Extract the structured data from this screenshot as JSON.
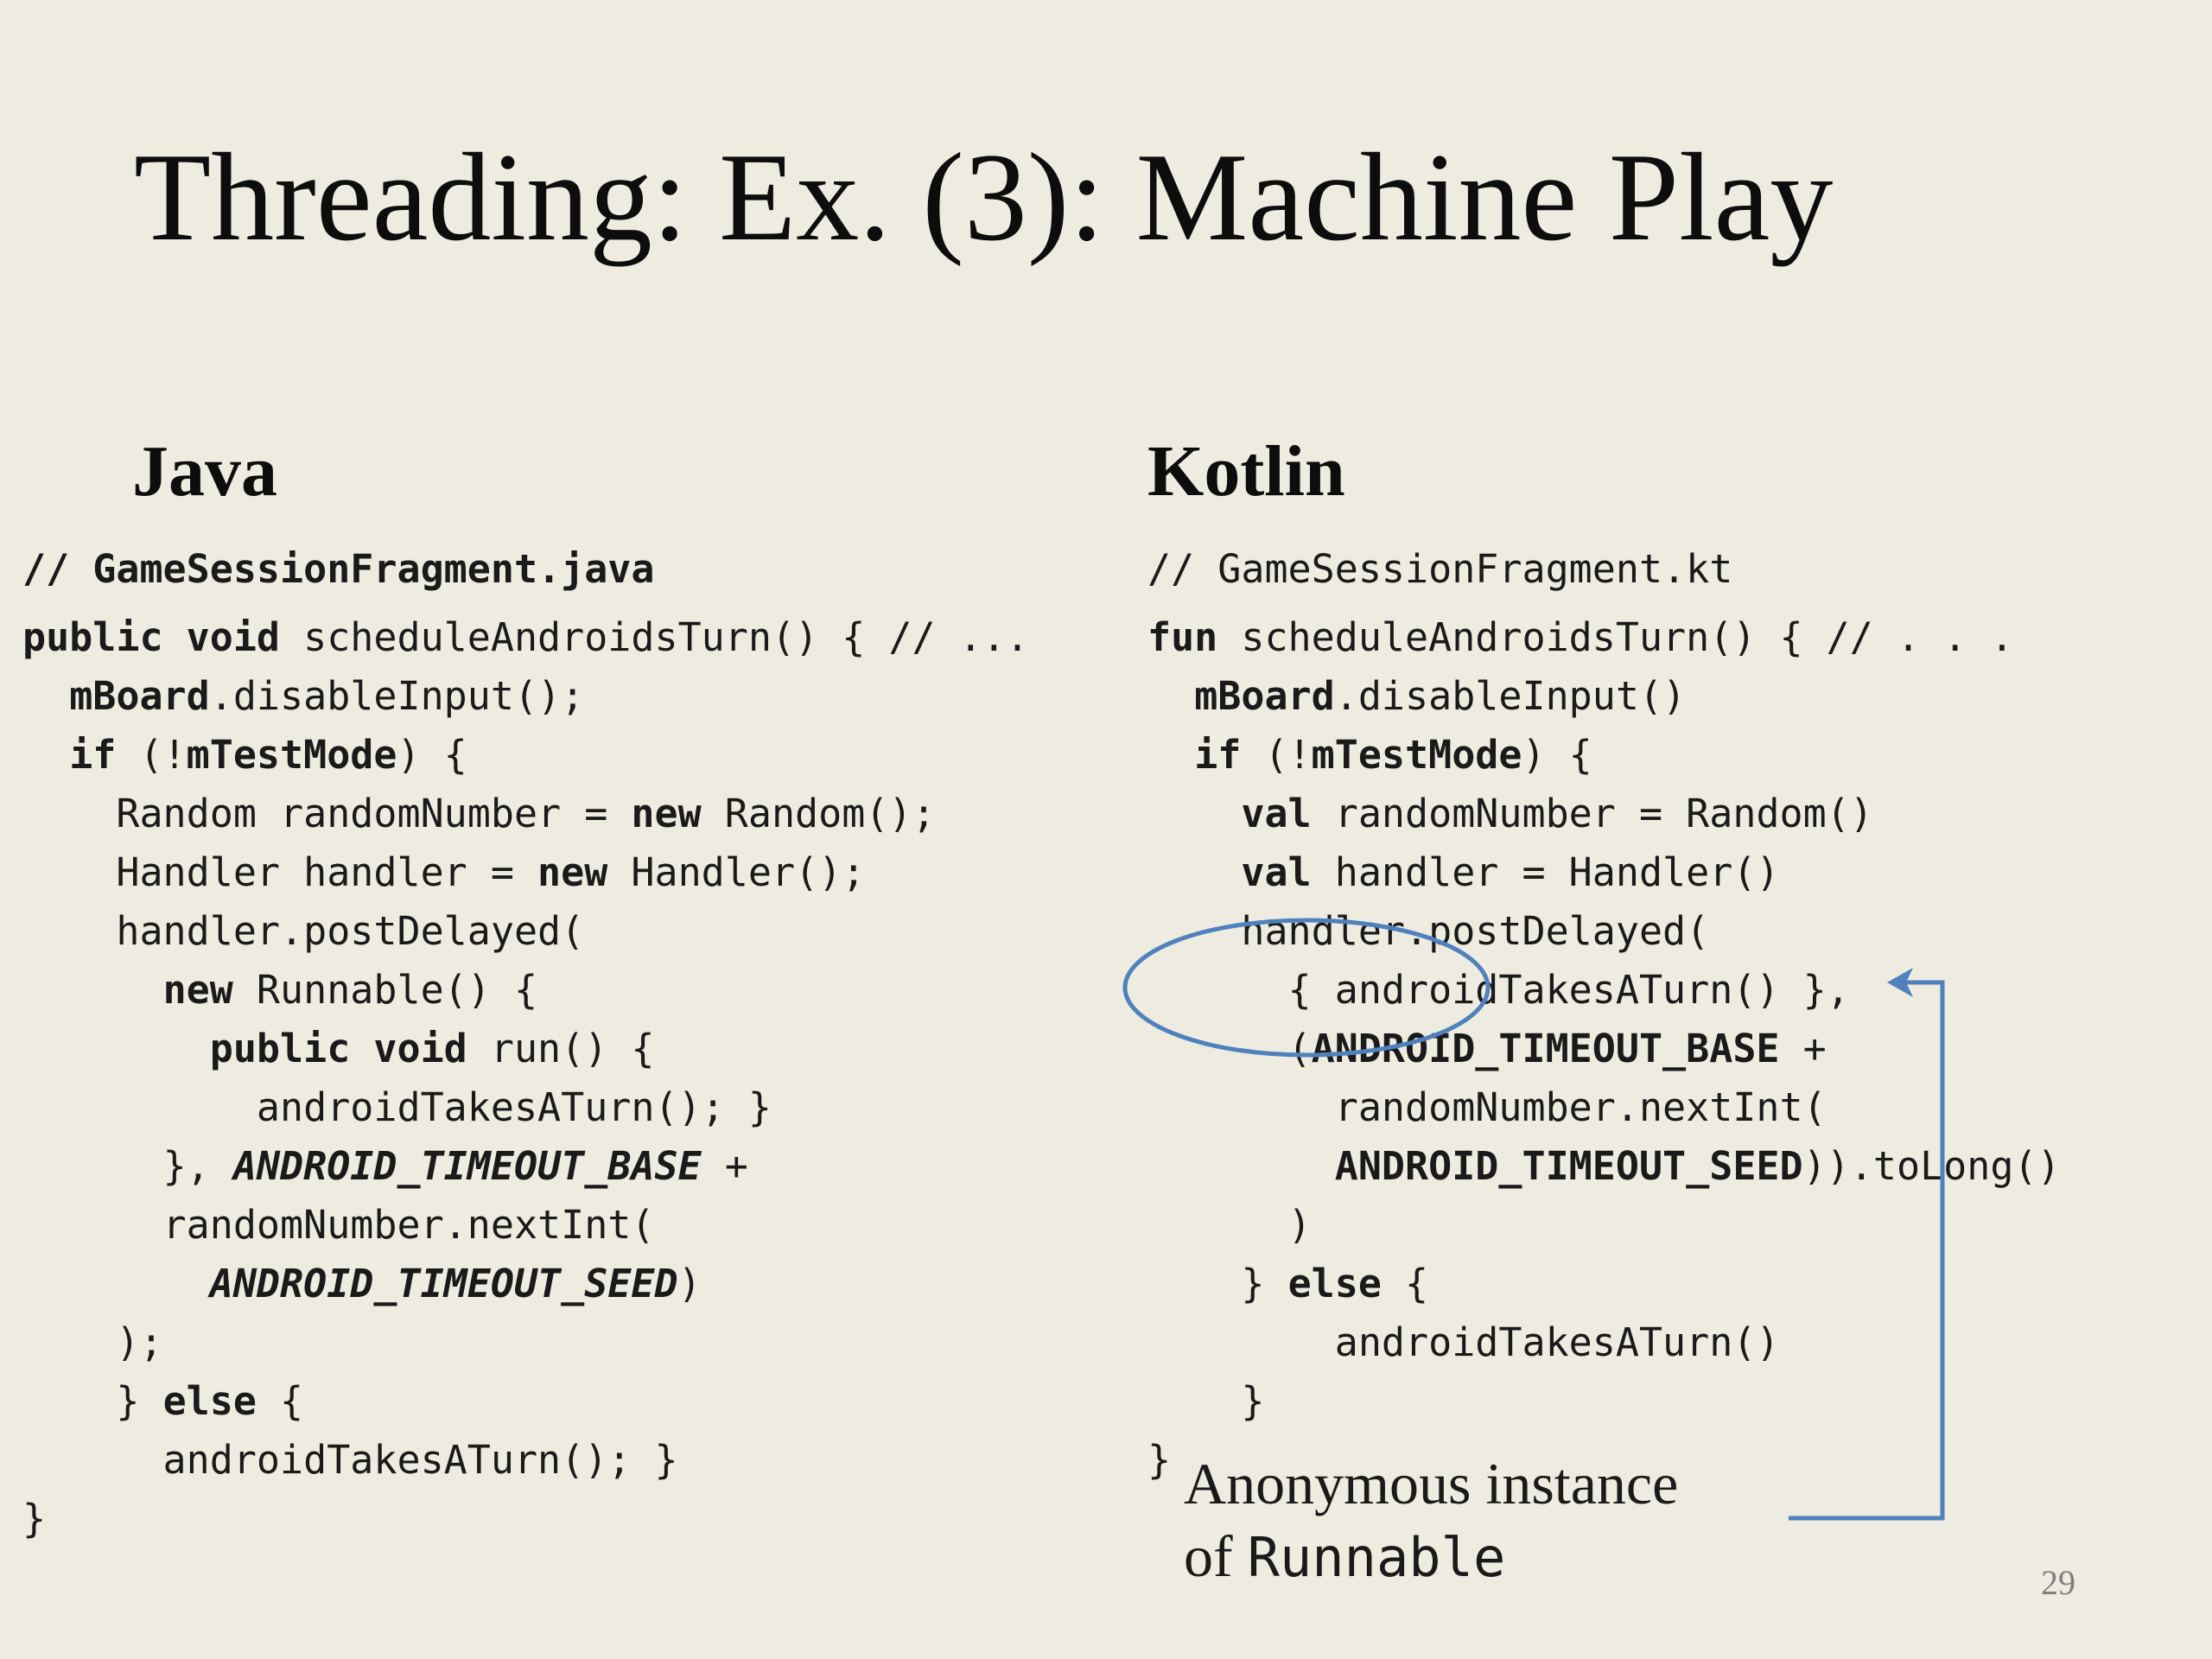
{
  "slide": {
    "title": "Threading: Ex. (3): Machine Play",
    "page_number": "29"
  },
  "java": {
    "heading": "Java",
    "lines": [
      [
        {
          "t": "// GameSessionFragment.java",
          "s": "bk"
        }
      ],
      [
        {
          "t": "public void",
          "s": "kw"
        },
        {
          "t": " scheduleAndroidsTurn() { // ..."
        }
      ],
      [
        {
          "t": "  "
        },
        {
          "t": "mBoard",
          "s": "kw"
        },
        {
          "t": ".disableInput();"
        }
      ],
      [
        {
          "t": "  "
        },
        {
          "t": "if",
          "s": "kw"
        },
        {
          "t": " (!"
        },
        {
          "t": "mTestMode",
          "s": "kw"
        },
        {
          "t": ") {"
        }
      ],
      [
        {
          "t": "    Random randomNumber = "
        },
        {
          "t": "new",
          "s": "kw"
        },
        {
          "t": " Random();"
        }
      ],
      [
        {
          "t": "    Handler handler = "
        },
        {
          "t": "new",
          "s": "kw"
        },
        {
          "t": " Handler();"
        }
      ],
      [
        {
          "t": "    handler.postDelayed("
        }
      ],
      [
        {
          "t": "      "
        },
        {
          "t": "new",
          "s": "kw"
        },
        {
          "t": " Runnable() {"
        }
      ],
      [
        {
          "t": "        "
        },
        {
          "t": "public void",
          "s": "kw"
        },
        {
          "t": " run() {"
        }
      ],
      [
        {
          "t": "          androidTakesATurn(); }"
        }
      ],
      [
        {
          "t": "      }, "
        },
        {
          "t": "ANDROID_TIMEOUT_BASE",
          "s": "kw ital"
        },
        {
          "t": " +"
        }
      ],
      [
        {
          "t": "      randomNumber.nextInt("
        }
      ],
      [
        {
          "t": "        "
        },
        {
          "t": "ANDROID_TIMEOUT_SEED",
          "s": "kw ital"
        },
        {
          "t": ")"
        }
      ],
      [
        {
          "t": "    );"
        }
      ],
      [
        {
          "t": "    } "
        },
        {
          "t": "else",
          "s": "kw"
        },
        {
          "t": " {"
        }
      ],
      [
        {
          "t": "      androidTakesATurn(); }"
        }
      ],
      [
        {
          "t": "}"
        }
      ]
    ]
  },
  "kotlin": {
    "heading": "Kotlin",
    "lines": [
      [
        {
          "t": "// GameSessionFragment.kt"
        }
      ],
      [
        {
          "t": "fun",
          "s": "kw"
        },
        {
          "t": " scheduleAndroidsTurn() { // . . ."
        }
      ],
      [
        {
          "t": "  "
        },
        {
          "t": "mBoard",
          "s": "kw"
        },
        {
          "t": ".disableInput()"
        }
      ],
      [
        {
          "t": "  "
        },
        {
          "t": "if",
          "s": "kw"
        },
        {
          "t": " (!"
        },
        {
          "t": "mTestMode",
          "s": "kw"
        },
        {
          "t": ") {"
        }
      ],
      [
        {
          "t": "    "
        },
        {
          "t": "val",
          "s": "kw"
        },
        {
          "t": " randomNumber = Random()"
        }
      ],
      [
        {
          "t": "    "
        },
        {
          "t": "val",
          "s": "kw"
        },
        {
          "t": " handler = Handler()"
        }
      ],
      [
        {
          "t": "    handler.postDelayed("
        }
      ],
      [
        {
          "t": "      { androidTakesATurn() },"
        }
      ],
      [
        {
          "t": "      ("
        },
        {
          "t": "ANDROID_TIMEOUT_BASE",
          "s": "kw"
        },
        {
          "t": " +"
        }
      ],
      [
        {
          "t": "        randomNumber.nextInt("
        }
      ],
      [
        {
          "t": "        "
        },
        {
          "t": "ANDROID_TIMEOUT_SEED",
          "s": "kw"
        },
        {
          "t": ")).toLong()"
        }
      ],
      [
        {
          "t": "      )"
        }
      ],
      [
        {
          "t": "    } "
        },
        {
          "t": "else",
          "s": "kw"
        },
        {
          "t": " {"
        }
      ],
      [
        {
          "t": "        androidTakesATurn()"
        }
      ],
      [
        {
          "t": "    }"
        }
      ],
      [
        {
          "t": "}"
        }
      ]
    ]
  },
  "annotation": {
    "line1": "Anonymous instance",
    "line2_prefix": "of ",
    "line2_code": "Runnable"
  },
  "colors": {
    "background": "#eeece1",
    "annotation_blue": "#4f81bd",
    "page_number": "#7f7f7f"
  }
}
